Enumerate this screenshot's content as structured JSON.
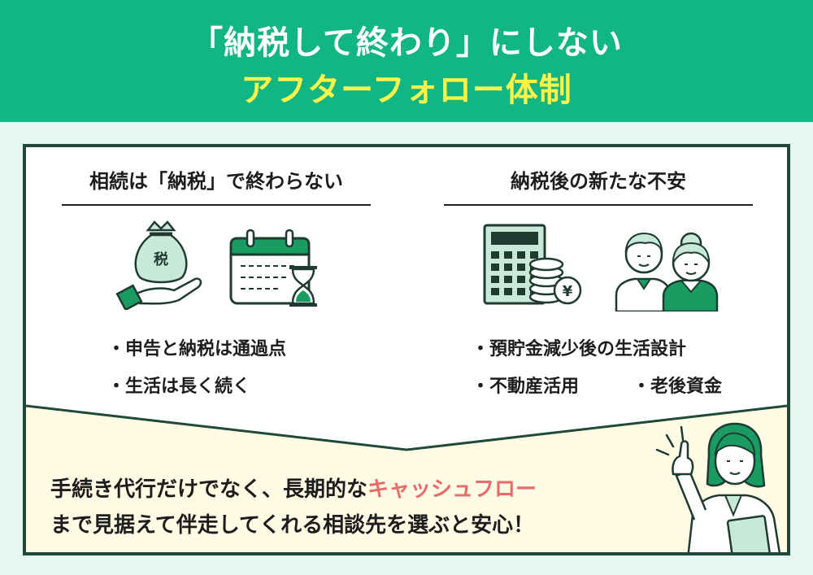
{
  "header": {
    "title_line1": "「納税して終わり」にしない",
    "title_line2": "アフターフォロー体制"
  },
  "colors": {
    "header_bg": "#12b682",
    "title_line2": "#fff34a",
    "accent": "#ea6a6a",
    "card_border": "#1f4a38",
    "footer_bg": "#fffbe4",
    "icon_green": "#1a9b61"
  },
  "left": {
    "heading": "相続は「納税」で終わらない",
    "bullets": [
      "・申告と納税は通過点",
      "・生活は長く続く"
    ],
    "icons": [
      "tax-money-bag-icon",
      "calendar-hourglass-icon"
    ],
    "bag_label": "税"
  },
  "right": {
    "heading": "納税後の新たな不安",
    "bullets": [
      "・預貯金減少後の生活設計",
      "・不動産活用",
      "・老後資金"
    ],
    "icons": [
      "calculator-coins-icon",
      "elderly-couple-icon"
    ],
    "coin_label": "¥"
  },
  "footer": {
    "line1_prefix": "手続き代行だけでなく、長期的な",
    "line1_accent": "キャッシュフロー",
    "line2": "まで見据えて伴走してくれる相談先を選ぶと安心！"
  }
}
